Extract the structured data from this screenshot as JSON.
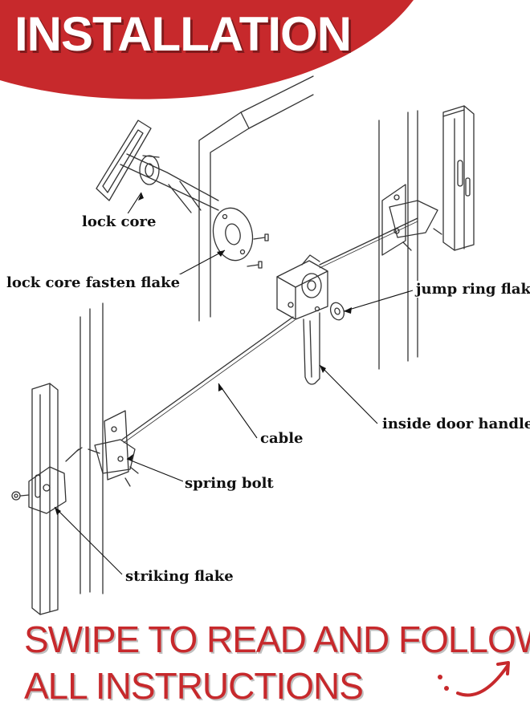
{
  "title": "INSTALLATION",
  "colors": {
    "accent": "#c7292c",
    "line": "#333333",
    "text": "#111111"
  },
  "labels": {
    "lock_core": "lock core",
    "lock_core_fasten_flake": "lock core fasten flake",
    "jump_ring_flake": "jump ring flake",
    "inside_door_handle": "inside door handle",
    "cable": "cable",
    "spring_bolt": "spring bolt",
    "striking_flake": "striking flake"
  },
  "footer": {
    "line1": "SWIPE TO READ AND FOLLOW",
    "line2": "ALL INSTRUCTIONS"
  },
  "icons": {
    "swipe": "curved-arrow-icon"
  }
}
